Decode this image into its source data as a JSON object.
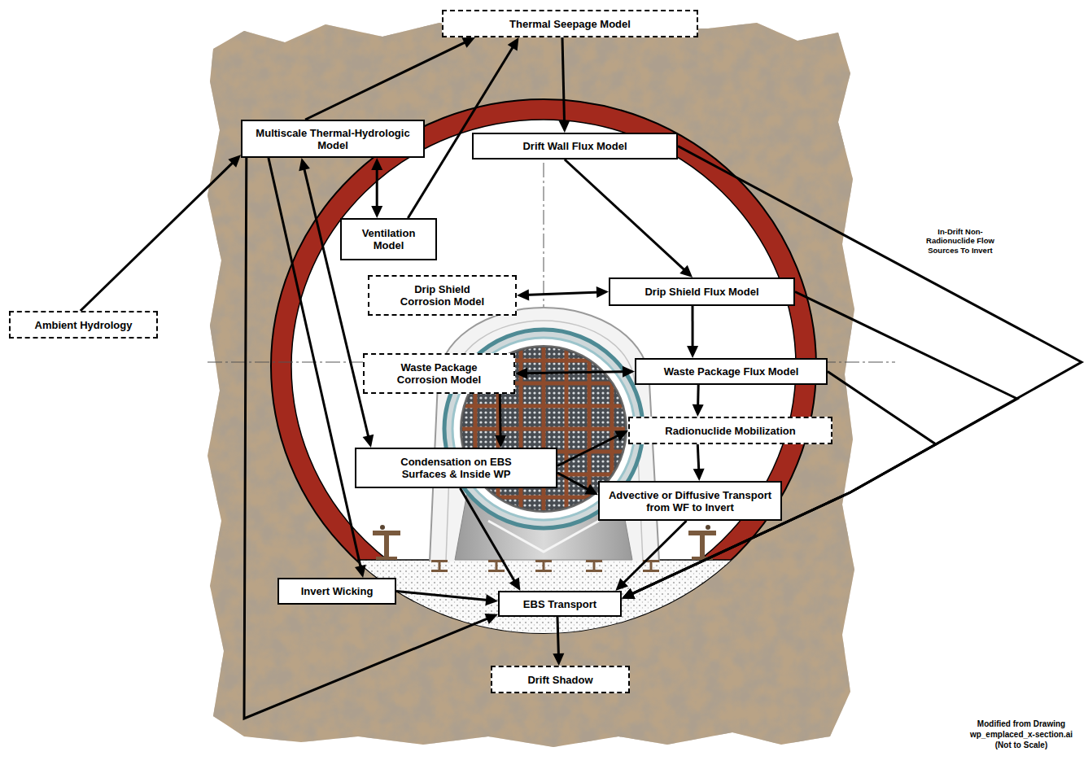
{
  "diagram": {
    "nodes": [
      {
        "text": [
          "Thermal Seepage Model"
        ]
      },
      {
        "text": [
          "Multiscale Thermal-Hydrologic Model"
        ]
      },
      {
        "text": [
          "Drift Wall Flux Model"
        ]
      },
      {
        "text": [
          "Ventilation Model"
        ]
      },
      {
        "text": [
          "Drip Shield Corrosion Model"
        ]
      },
      {
        "text": [
          "Drip Shield Flux Model"
        ]
      },
      {
        "text": [
          "Ambient Hydrology"
        ]
      },
      {
        "text": [
          "Waste Package Corrosion Model"
        ]
      },
      {
        "text": [
          "Waste Package Flux Model"
        ]
      },
      {
        "text": [
          "Radionuclide Mobilization"
        ]
      },
      {
        "text": [
          "Condensation on EBS Surfaces & Inside WP"
        ]
      },
      {
        "text": [
          "Advective or Diffusive Transport from WF to Invert"
        ]
      },
      {
        "text": [
          "Invert Wicking"
        ]
      },
      {
        "text": [
          "EBS Transport"
        ]
      },
      {
        "text": [
          "Drift Shadow"
        ]
      }
    ],
    "edges": [
      {
        "from": 0,
        "to": 2,
        "arrow": "to"
      },
      {
        "from": 1,
        "to": 0,
        "arrow": "to"
      },
      {
        "from": 3,
        "to": 0,
        "arrow": "to"
      },
      {
        "from": 1,
        "to": 3,
        "arrow": "both"
      },
      {
        "from": 6,
        "to": 1,
        "arrow": "to"
      },
      {
        "from": 2,
        "to": 5,
        "arrow": "to"
      },
      {
        "from": 4,
        "to": 5,
        "arrow": "both"
      },
      {
        "from": 5,
        "to": 8,
        "arrow": "to"
      },
      {
        "from": 7,
        "to": 8,
        "arrow": "both"
      },
      {
        "from": 8,
        "to": 9,
        "arrow": "to"
      },
      {
        "from": 7,
        "to": 10,
        "arrow": "to"
      },
      {
        "from": 9,
        "to": 11,
        "arrow": "to"
      },
      {
        "from": 10,
        "to": 9,
        "arrow": "to"
      },
      {
        "from": 10,
        "to": 11,
        "arrow": "to"
      },
      {
        "from": 10,
        "to": 13,
        "arrow": "to"
      },
      {
        "from": 1,
        "to": 10,
        "arrow": "both"
      },
      {
        "from": 1,
        "to": 12,
        "arrow": "to"
      },
      {
        "from": 1,
        "to": 13,
        "arrow": "to"
      },
      {
        "from": 12,
        "to": 13,
        "arrow": "to"
      },
      {
        "from": 2,
        "to": 13,
        "arrow": "to"
      },
      {
        "from": 5,
        "to": 13,
        "arrow": "to"
      },
      {
        "from": 8,
        "to": 13,
        "arrow": "to"
      },
      {
        "from": 11,
        "to": 13,
        "arrow": "to"
      },
      {
        "from": 13,
        "to": 14,
        "arrow": "to"
      }
    ],
    "labels": [
      "In-Drift Non-Radionuclide Flow Sources To Invert",
      "Modified from Drawing",
      "wp_emplaced_x-section.ai",
      "(Not to Scale)"
    ]
  }
}
